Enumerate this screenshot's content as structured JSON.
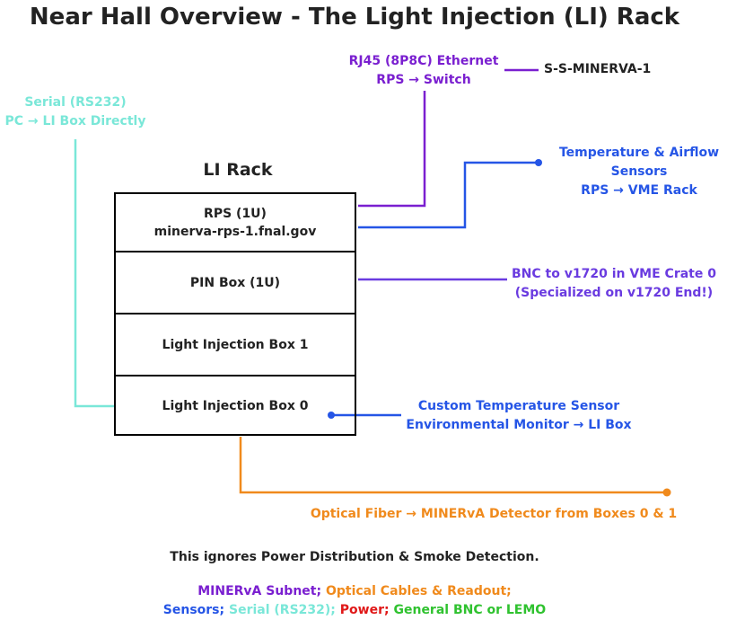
{
  "title": "Near Hall Overview - The Light Injection (LI) Rack",
  "rack": {
    "title": "LI Rack",
    "slots": [
      {
        "line1": "RPS (1U)",
        "line2": "minerva-rps-1.fnal.gov"
      },
      {
        "line1": "PIN Box (1U)"
      },
      {
        "line1": "Light Injection Box 1"
      },
      {
        "line1": "Light Injection Box 0"
      }
    ]
  },
  "connections": {
    "ethernet": {
      "line1": "RJ45 (8P8C) Ethernet",
      "line2": "RPS → Switch",
      "target": "S-S-MINERVA-1",
      "color": "#7a1fd0"
    },
    "serial": {
      "line1": "Serial (RS232)",
      "line2": "PC → LI Box Directly",
      "color": "#7ae7d8"
    },
    "temp_airflow": {
      "line1": "Temperature & Airflow Sensors",
      "line2": "RPS → VME Rack",
      "color": "#2555e6"
    },
    "bnc": {
      "line1": "BNC to v1720 in VME Crate 0",
      "line2": "(Specialized on v1720 End!)",
      "color": "#6a3be0"
    },
    "custom_temp": {
      "line1": "Custom Temperature Sensor",
      "line2": "Environmental Monitor → LI Box",
      "color": "#2555e6"
    },
    "optical": {
      "label": "Optical Fiber → MINERvA Detector from Boxes 0 & 1",
      "color": "#f08a1c"
    }
  },
  "notes": {
    "ignores": "This ignores Power Distribution & Smoke Detection."
  },
  "legend": {
    "subnet": "MINERvA Subnet",
    "optical": "Optical Cables & Readout",
    "sensors": "Sensors",
    "serial": "Serial (RS232)",
    "power": "Power",
    "bnc": "General BNC or LEMO",
    "colors": {
      "subnet": "#7a1fd0",
      "optical": "#f08a1c",
      "sensors": "#2555e6",
      "serial": "#7ae7d8",
      "power": "#e01818",
      "bnc": "#2fc22f"
    }
  }
}
